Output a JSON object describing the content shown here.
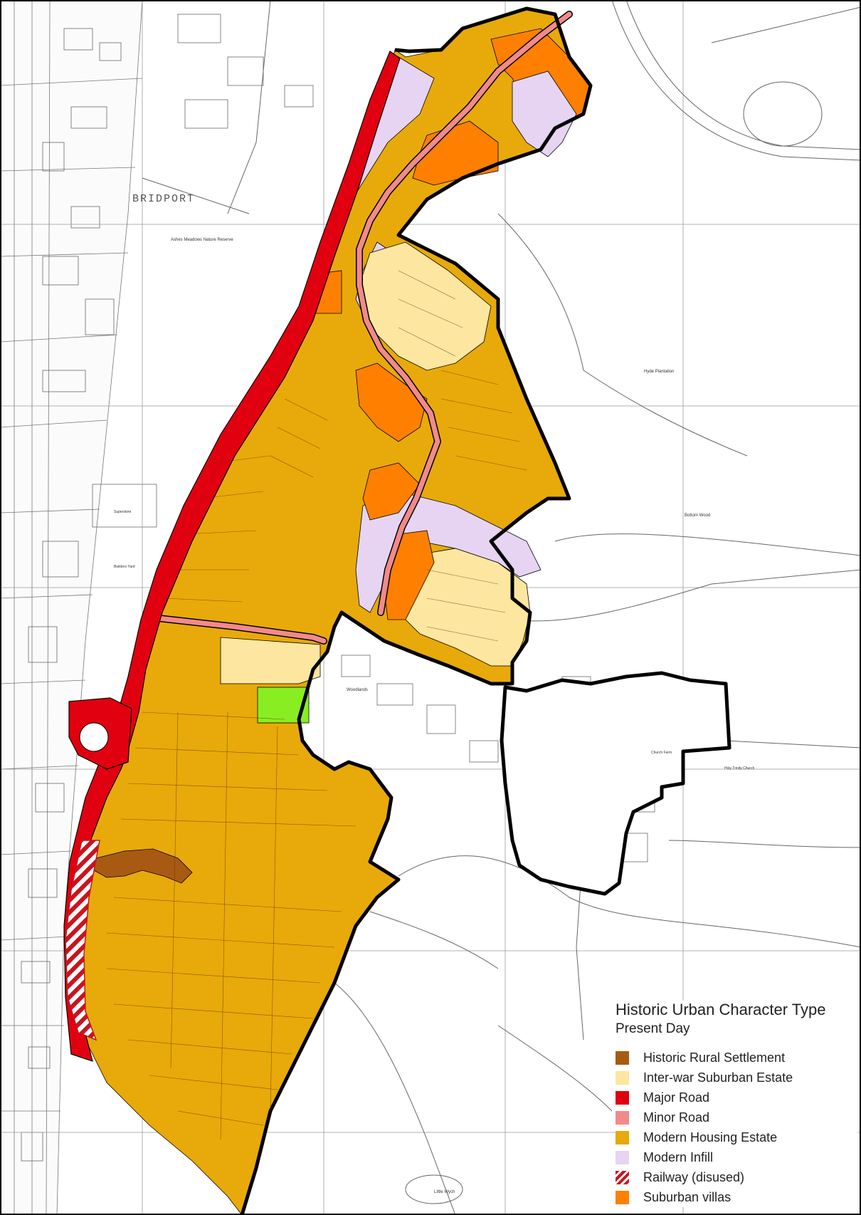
{
  "map": {
    "place_label": "BRIDPORT",
    "street_labels": [
      "Ashes Meadows Nature Reserve",
      "Hyde Plantation",
      "Bottom Wood",
      "Little Wych",
      "Woodlands",
      "Holy Trinity Church",
      "Church Farm",
      "Builders Yard",
      "Superstore"
    ]
  },
  "legend": {
    "title": "Historic Urban Character Type",
    "subtitle": "Present Day",
    "items": [
      {
        "name": "historic-rural-settlement",
        "label": "Historic Rural Settlement",
        "color": "#a85a12",
        "pattern": "solid"
      },
      {
        "name": "inter-war-suburban-estate",
        "label": "Inter-war Suburban Estate",
        "color": "#fde6a0",
        "pattern": "solid"
      },
      {
        "name": "major-road",
        "label": "Major Road",
        "color": "#e0000f",
        "pattern": "solid"
      },
      {
        "name": "minor-road",
        "label": "Minor Road",
        "color": "#f28a8a",
        "pattern": "solid"
      },
      {
        "name": "modern-housing-estate",
        "label": "Modern Housing Estate",
        "color": "#e8a90a",
        "pattern": "solid"
      },
      {
        "name": "modern-infill",
        "label": "Modern Infill",
        "color": "#e6d4f2",
        "pattern": "solid"
      },
      {
        "name": "railway-disused",
        "label": "Railway (disused)",
        "color": "#c8141e",
        "pattern": "hatched"
      },
      {
        "name": "suburban-villas",
        "label": "Suburban villas",
        "color": "#ff8000",
        "pattern": "solid"
      }
    ],
    "extra_colors": {
      "green_space": "#88ee22",
      "boundary": "#000000",
      "basemap_line": "#666666"
    }
  }
}
